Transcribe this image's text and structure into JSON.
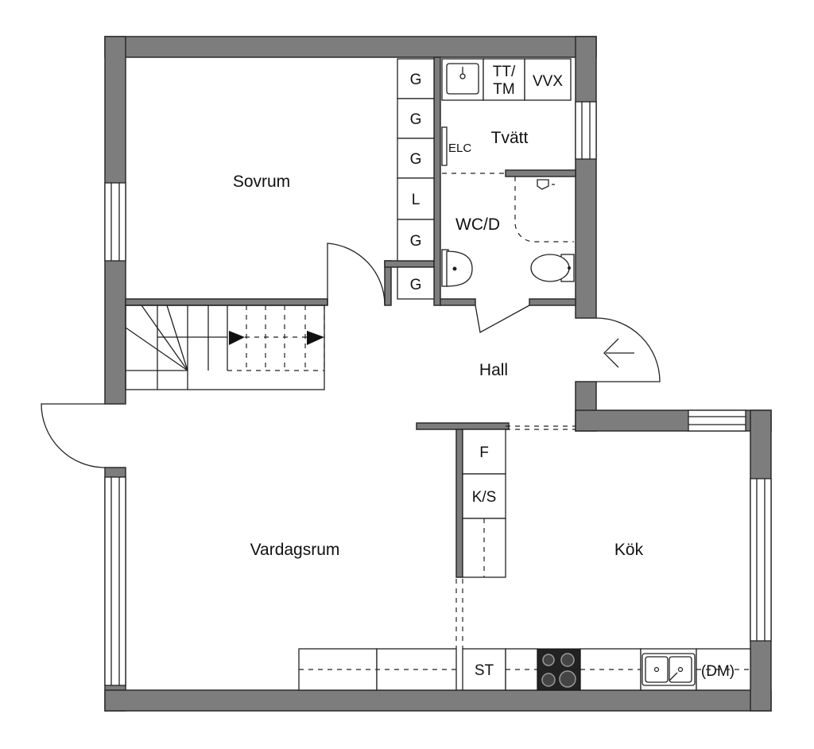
{
  "rooms": {
    "sovrum": "Sovrum",
    "tvatt": "Tvätt",
    "wcd": "WC/D",
    "hall": "Hall",
    "vardagsrum": "Vardagsrum",
    "kok": "Kök"
  },
  "fixtures": {
    "closet_g": "G",
    "closet_l": "L",
    "tt_tm_1": "TT/",
    "tt_tm_2": "TM",
    "vvx": "VVX",
    "elc": "ELC",
    "f": "F",
    "ks": "K/S",
    "st": "ST",
    "dm": "(DM)"
  },
  "colors": {
    "wall": "#7d7d7d",
    "line": "#222222",
    "background": "#ffffff"
  }
}
